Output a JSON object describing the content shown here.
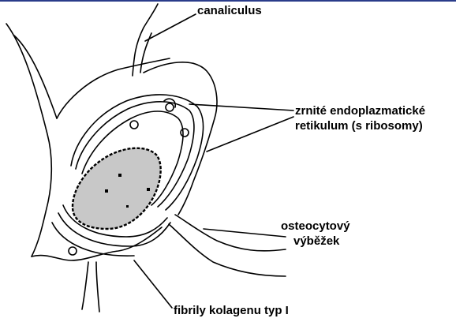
{
  "labels": {
    "canaliculus": "canaliculus",
    "rer_line1": "zrnité endoplazmatické",
    "rer_line2": "retikulum (s ribosomy)",
    "process_line1": "osteocytový",
    "process_line2": "výběžek",
    "fibrils": "fibrily kolagenu typ I"
  },
  "colors": {
    "rule": "#2a3c8a",
    "nucleus_fill": "#c8c8c8",
    "stroke": "#000000"
  }
}
